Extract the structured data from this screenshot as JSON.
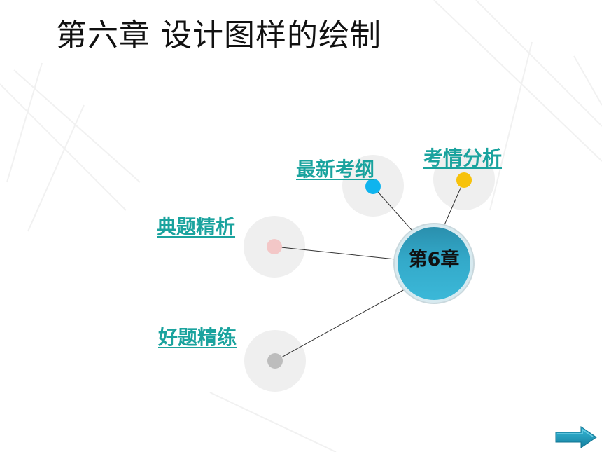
{
  "page": {
    "title": "第六章 设计图样的绘制"
  },
  "diagram": {
    "hub": {
      "label": "第6章",
      "color": "#33a9c9"
    },
    "links": [
      {
        "id": "latest",
        "label": "最新考纲",
        "dot_color": "#0fb4ee"
      },
      {
        "id": "analysis",
        "label": "考情分析",
        "dot_color": "#f7c20c"
      },
      {
        "id": "examples",
        "label": "典题精析",
        "dot_color": "#f3c7c7"
      },
      {
        "id": "practice",
        "label": "好题精练",
        "dot_color": "#bdbdbd"
      }
    ],
    "link_color": "#1aa39e"
  },
  "navigation": {
    "next_icon": "arrow-right-icon"
  }
}
